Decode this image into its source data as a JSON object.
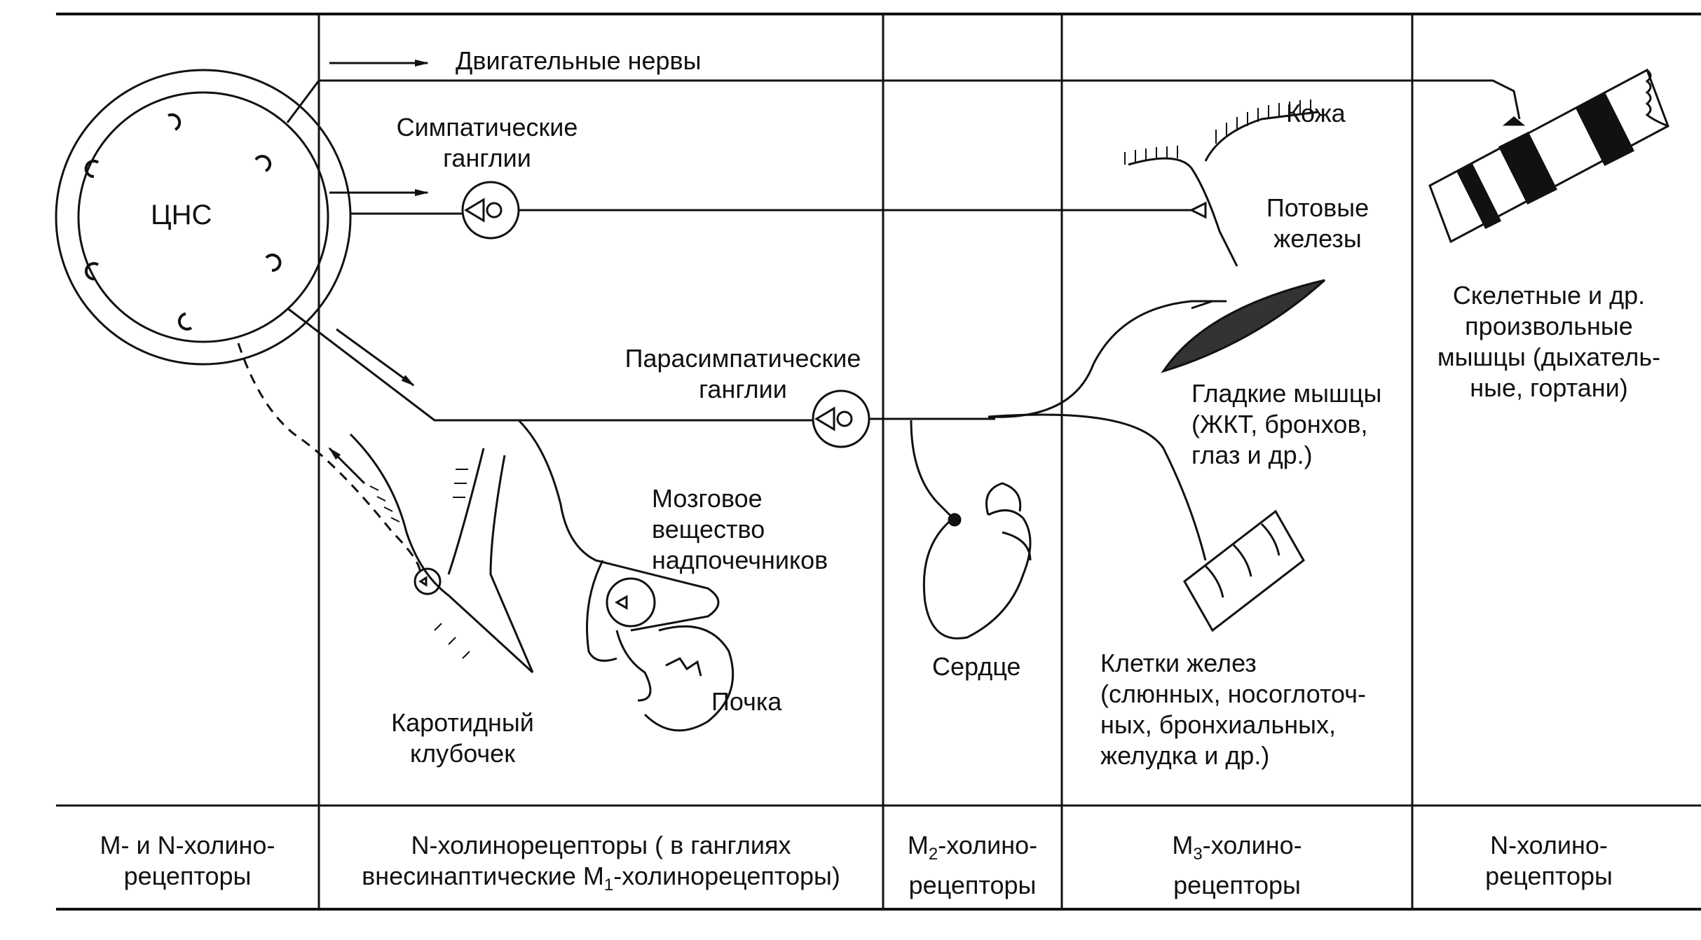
{
  "diagram": {
    "cns": {
      "label": "ЦНС"
    },
    "motor_nerves": {
      "label": "Двигательные нервы"
    },
    "sympathetic_ganglia": {
      "lines": [
        "Симпатические",
        "ганглии"
      ]
    },
    "parasympathetic_ganglia": {
      "lines": [
        "Парасимпатические",
        "ганглии"
      ]
    },
    "skin": {
      "label": "Кожа"
    },
    "sweat_glands": {
      "lines": [
        "Потовые",
        "железы"
      ]
    },
    "skeletal_muscles": {
      "lines": [
        "Скелетные и др.",
        "произвольные",
        "мышцы (дыхатель-",
        "ные, гортани)"
      ]
    },
    "smooth_muscles": {
      "lines": [
        "Гладкие мышцы",
        "(ЖКТ, бронхов,",
        "глаз и др.)"
      ]
    },
    "adrenal_medulla": {
      "lines": [
        "Мозговое",
        "вещество",
        "надпочечников"
      ]
    },
    "heart": {
      "label": "Сердце"
    },
    "kidney": {
      "label": "Почка"
    },
    "carotid_body": {
      "lines": [
        "Каротидный",
        "клубочек"
      ]
    },
    "gland_cells": {
      "lines": [
        "Клетки желез",
        "(слюнных, носоглоточ-",
        "ных, бронхиальных,",
        "желудка и др.)"
      ]
    }
  },
  "footer": {
    "col1": [
      "М- и N-холино-",
      "рецепторы"
    ],
    "col2_line1": "N-холинорецепторы ( в ганглиях",
    "col2_line2_pre": "внесинаптические М",
    "col2_line2_sub": "1",
    "col2_line2_post": "-холинорецепторы)",
    "col3_pre": "М",
    "col3_sub": "2",
    "col3_post": "-холино-",
    "col3_line2": "рецепторы",
    "col4_pre": "М",
    "col4_sub": "3",
    "col4_post": "-холино-",
    "col4_line2": "рецепторы",
    "col5": [
      "N-холино-",
      "рецепторы"
    ]
  }
}
